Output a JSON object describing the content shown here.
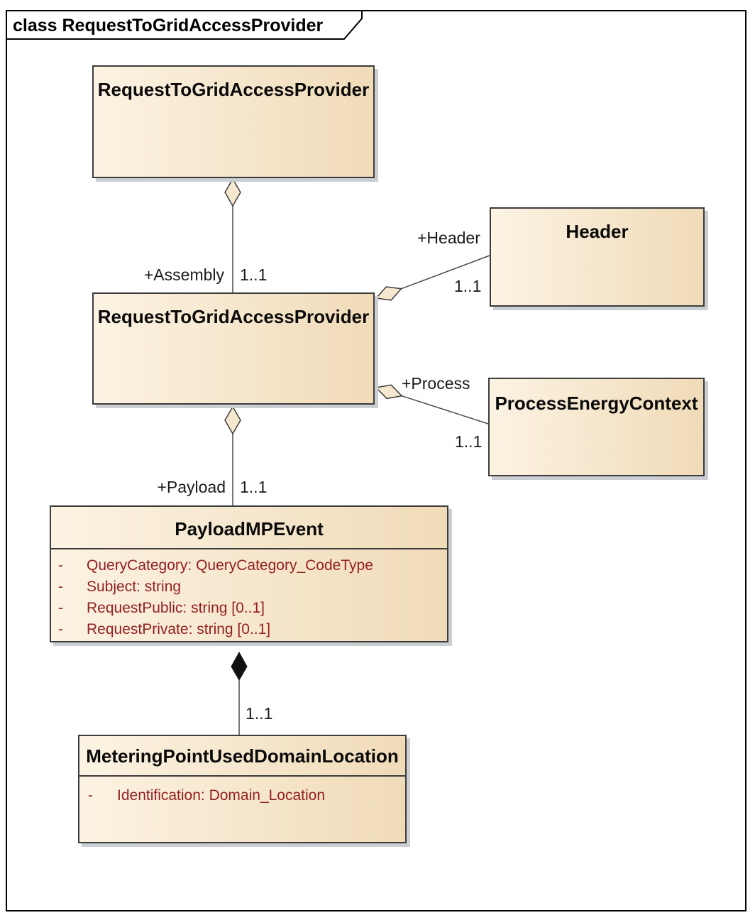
{
  "frame": {
    "title": "class RequestToGridAccessProvider"
  },
  "classes": {
    "top": {
      "name": "RequestToGridAccessProvider"
    },
    "middle": {
      "name": "RequestToGridAccessProvider"
    },
    "header": {
      "name": "Header"
    },
    "process": {
      "name": "ProcessEnergyContext"
    },
    "payload": {
      "name": "PayloadMPEvent",
      "attributes": [
        {
          "dash": "-",
          "text": "QueryCategory: QueryCategory_CodeType"
        },
        {
          "dash": "-",
          "text": "Subject: string"
        },
        {
          "dash": "-",
          "text": "RequestPublic: string [0..1]"
        },
        {
          "dash": "-",
          "text": "RequestPrivate: string [0..1]"
        }
      ]
    },
    "metering": {
      "name": "MeteringPointUsedDomainLocation",
      "attributes": [
        {
          "dash": "-",
          "text": "Identification: Domain_Location"
        }
      ]
    }
  },
  "connectors": {
    "assembly": {
      "role": "+Assembly",
      "multiplicity": "1..1",
      "kind": "aggregation"
    },
    "header": {
      "role": "+Header",
      "multiplicity": "1..1",
      "kind": "aggregation"
    },
    "process": {
      "role": "+Process",
      "multiplicity": "1..1",
      "kind": "aggregation"
    },
    "payload": {
      "role": "+Payload",
      "multiplicity": "1..1",
      "kind": "aggregation"
    },
    "metering": {
      "multiplicity": "1..1",
      "kind": "composition"
    }
  },
  "colors": {
    "box_fill_start": "#FCF3E3",
    "box_fill_end": "#F0DBB8",
    "box_border": "#3C3C3C",
    "attribute_text": "#942020",
    "shadow": "#CBCED3",
    "line": "#4A4A4A"
  }
}
